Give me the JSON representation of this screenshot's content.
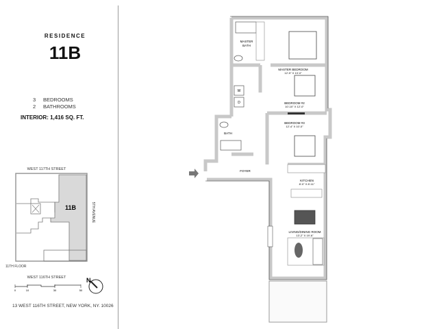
{
  "residence": {
    "label": "RESIDENCE",
    "unit": "11B",
    "bedrooms_count": "3",
    "bedrooms_label": "BEDROOMS",
    "bathrooms_count": "2",
    "bathrooms_label": "BATHROOMS",
    "interior": "INTERIOR: 1,416 SQ. FT."
  },
  "key_plan": {
    "north_street": "WEST 117TH STREET",
    "south_street": "WEST 116TH STREET",
    "east_street": "5TH AVENUE",
    "unit_label": "11B",
    "floor": "11TH FLOOR",
    "scale_ticks": [
      "0",
      "10",
      "30",
      "50"
    ],
    "north_label": "N",
    "highlight_color": "#d9d9d9"
  },
  "address": "13 WEST 116TH STREET, NEW YORK,  NY. 10026",
  "plan": {
    "rooms": {
      "master_bath": [
        "MASTER",
        "BATH"
      ],
      "master_bedroom": {
        "name": "MASTER BEDROOM",
        "size": "12'-9\" X 13'-0\""
      },
      "bedroom2": {
        "name": "BEDROOM #2",
        "size": "10'-10\" X 12'-0\""
      },
      "bedroom3": {
        "name": "BEDROOM #3",
        "size": "12'-4\" X 10'-0\""
      },
      "bath": "BATH",
      "washer": "W",
      "dryer": "D",
      "foyer": "FOYER",
      "kitchen": {
        "name": "KITCHEN",
        "size": "8'-0\" X 8'-11\""
      },
      "living": {
        "name": "LIVING/DINING ROOM",
        "size": "13'-2\" X 19'-6\""
      }
    },
    "wall_color": "#c8c8c8",
    "entry_icon": "arrow-right-icon"
  }
}
